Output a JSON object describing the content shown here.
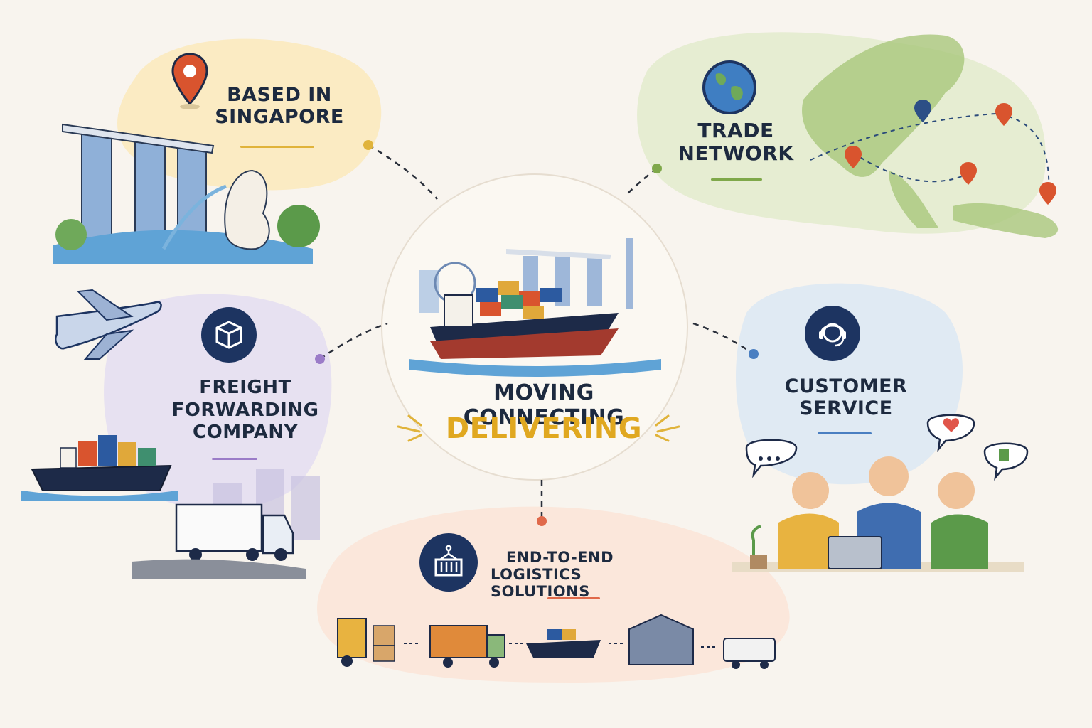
{
  "center": {
    "line1": "MOVING CONNECTING",
    "line2": "DELIVERING"
  },
  "nodes": {
    "singapore": {
      "line1": "BASED IN",
      "line2": "SINGAPORE",
      "icon": "location-pin-icon",
      "accent": "#e0b33a"
    },
    "trade": {
      "line1": "TRADE",
      "line2": "NETWORK",
      "icon": "globe-icon",
      "accent": "#7fa84a"
    },
    "freight": {
      "line1": "FREIGHT",
      "line2": "FORWARDING",
      "line3": "COMPANY",
      "icon": "box-icon",
      "accent": "#9b7cc8"
    },
    "customer": {
      "line1": "CUSTOMER",
      "line2": "SERVICE",
      "icon": "headset-agent-icon",
      "accent": "#4a7fc1"
    },
    "logistics": {
      "line1": "END-TO-END",
      "line2": "LOGISTICS SOLUTIONS",
      "icon": "container-crane-icon",
      "accent": "#e0694a"
    }
  },
  "colors": {
    "navy": "#1d3461",
    "yellow": "#e0b33a",
    "background": "#f8f4ee"
  }
}
